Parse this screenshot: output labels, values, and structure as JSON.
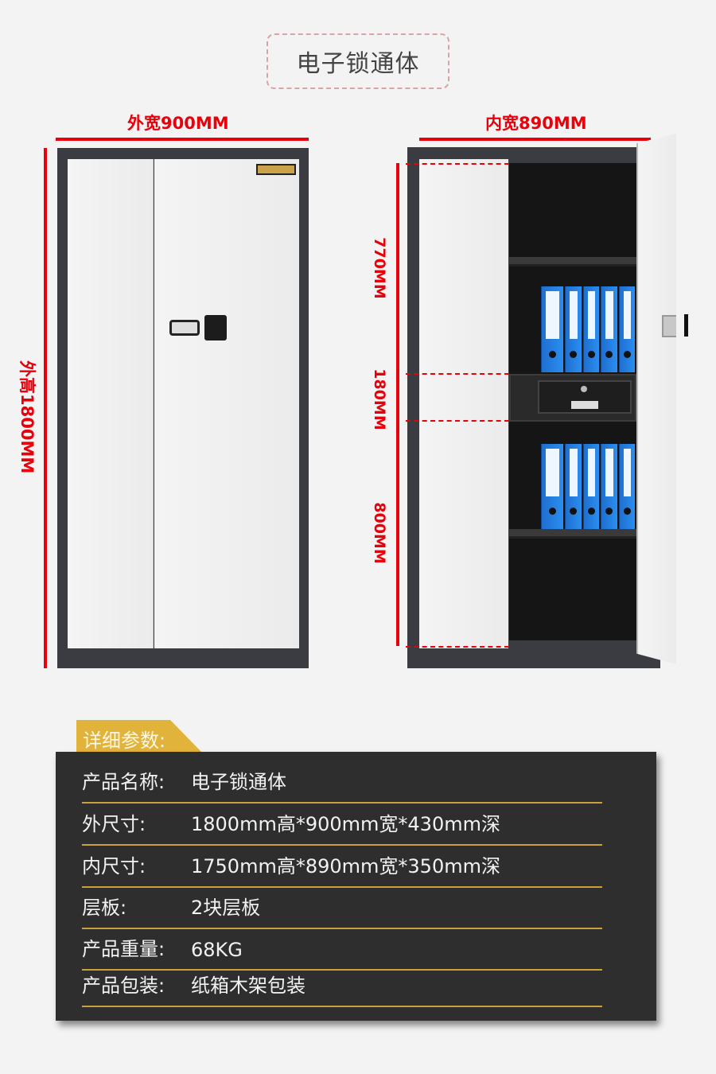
{
  "title": "电子锁通体",
  "left_view": {
    "width_label": "外宽900MM",
    "height_label": "外高1800MM"
  },
  "right_view": {
    "width_label": "内宽890MM",
    "sections": [
      "770MM",
      "180MM",
      "800MM"
    ]
  },
  "specs": {
    "heading": "详细参数:",
    "rows": [
      {
        "label": "产品名称:",
        "value": "电子锁通体"
      },
      {
        "label": "外尺寸:",
        "value": "1800mm高*900mm宽*430mm深"
      },
      {
        "label": "内尺寸:",
        "value": "1750mm高*890mm宽*350mm深"
      },
      {
        "label": "层板:",
        "value": "2块层板"
      },
      {
        "label": "产品重量:",
        "value": "68KG"
      },
      {
        "label": "产品包装:",
        "value": "纸箱木架包装"
      }
    ]
  },
  "colors": {
    "dimension": "#e8000b",
    "accent": "#e2b33a",
    "panel": "#2e2e2e",
    "binder": "#2b8ef0"
  }
}
